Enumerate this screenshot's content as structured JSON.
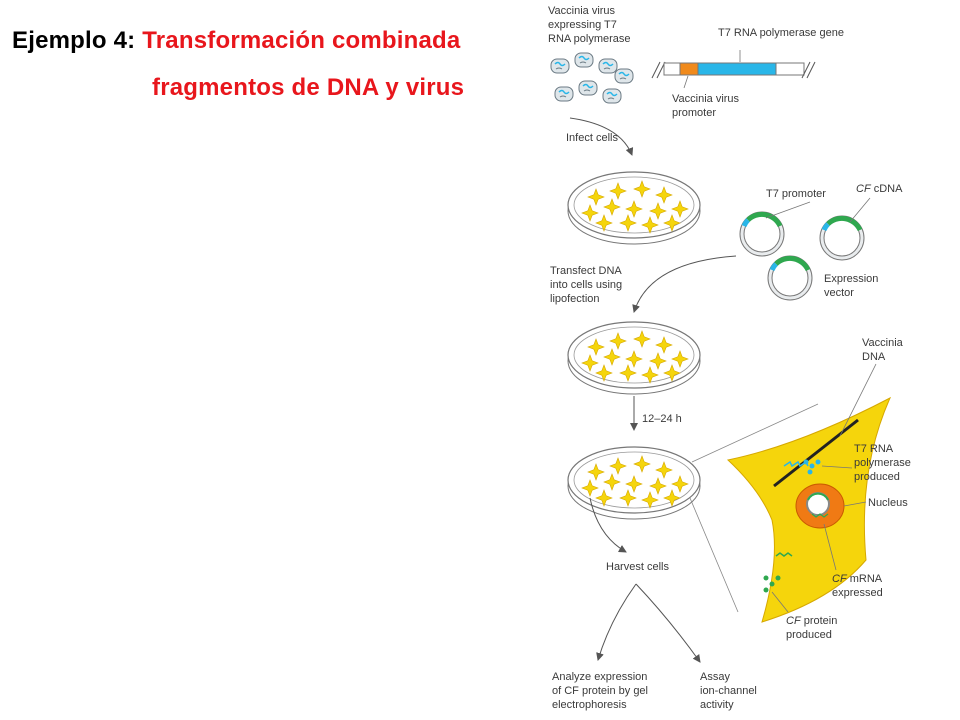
{
  "title": {
    "prefix": "Ejemplo 4: ",
    "main": "Transformación combinada",
    "line2": "fragmentos de DNA y virus"
  },
  "colors": {
    "title_red": "#e8161c",
    "cell_yellow": "#f5d50c",
    "vector_green": "#2fa84f",
    "promoter_cyan": "#29b6e8",
    "promoter_orange": "#f08a1c",
    "nucleus_orange": "#f07a14"
  },
  "labels": {
    "vaccinia": [
      "Vaccinia virus",
      "expressing T7",
      "RNA polymerase"
    ],
    "t7_gene": "T7 RNA polymerase gene",
    "vacc_promoter": [
      "Vaccinia virus",
      "promoter"
    ],
    "infect": "Infect cells",
    "t7_promoter": "T7 promoter",
    "cf_cdna_italic": "CF",
    "cf_cdna_rest": " cDNA",
    "expression_vector": [
      "Expression",
      "vector"
    ],
    "transfect": [
      "Transfect DNA",
      "into cells using",
      "lipofection"
    ],
    "time": "12–24 h",
    "vaccinia_dna": [
      "Vaccinia",
      "DNA"
    ],
    "t7_rna_pol": [
      "T7 RNA",
      "polymerase",
      "produced"
    ],
    "nucleus": "Nucleus",
    "cf_mrna_italic": "CF",
    "cf_mrna_rest": " mRNA",
    "expressed": "expressed",
    "cf_protein_italic": "CF",
    "cf_protein_rest": " protein",
    "protein_produced": "produced",
    "harvest": "Harvest cells",
    "analyze": [
      "Analyze expression",
      "of CF protein by gel",
      "electrophoresis"
    ],
    "assay": [
      "Assay",
      "ion-channel",
      "activity"
    ]
  }
}
